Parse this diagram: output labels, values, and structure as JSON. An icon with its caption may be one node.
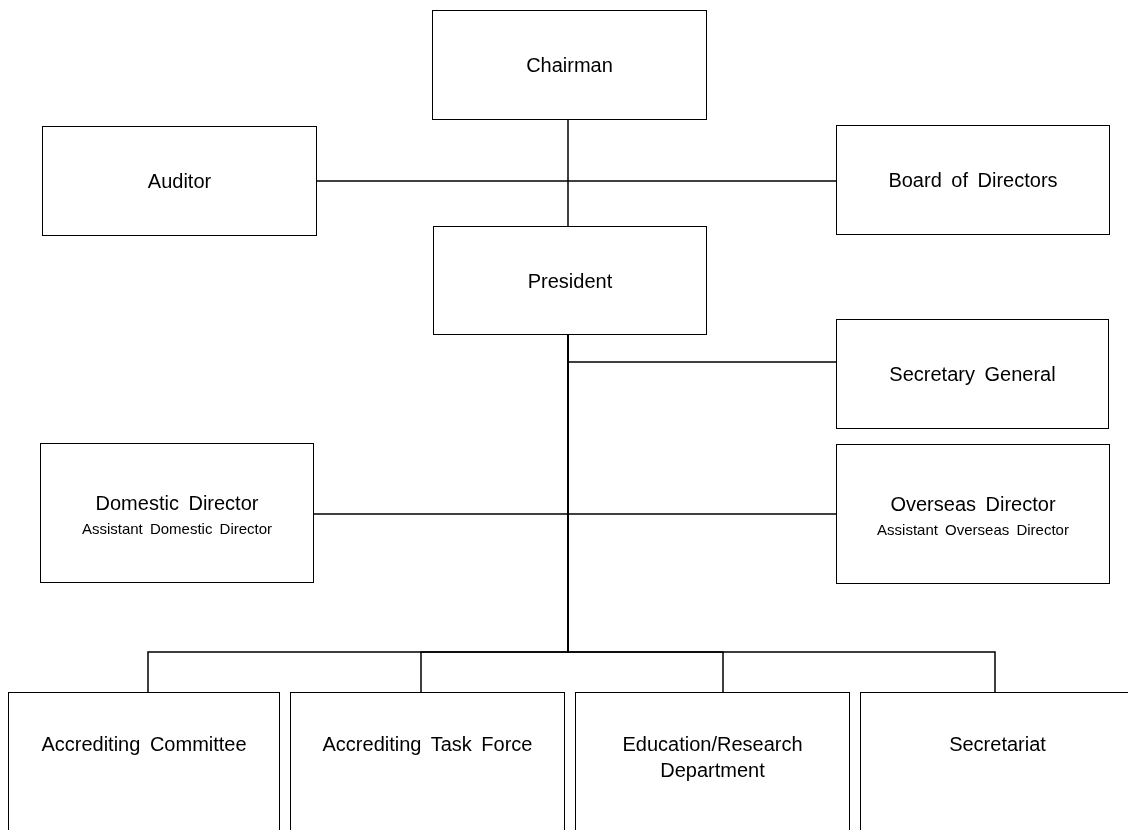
{
  "diagram": {
    "nodes": [
      {
        "text": [
          "Chairman"
        ]
      },
      {
        "text": [
          "Auditor"
        ]
      },
      {
        "text": [
          "Board of Directors"
        ]
      },
      {
        "text": [
          "President"
        ]
      },
      {
        "text": [
          "Secretary General"
        ]
      },
      {
        "text": [
          "Domestic Director",
          "Assistant Domestic Director"
        ]
      },
      {
        "text": [
          "Overseas Director",
          "Assistant Overseas Director"
        ]
      },
      {
        "text": [
          "Accrediting Committee"
        ]
      },
      {
        "text": [
          "Accrediting Task Force"
        ]
      },
      {
        "text": [
          "Education/Research Department"
        ]
      },
      {
        "text": [
          "Secretariat"
        ]
      }
    ],
    "edges": [
      {
        "from": 0,
        "to": 3,
        "arrow": "none"
      },
      {
        "from": 1,
        "to": 2,
        "arrow": "none"
      },
      {
        "from": 3,
        "to": 4,
        "arrow": "none"
      },
      {
        "from": 5,
        "to": 6,
        "arrow": "none"
      },
      {
        "from": 3,
        "to": 7,
        "arrow": "none"
      },
      {
        "from": 3,
        "to": 8,
        "arrow": "none"
      },
      {
        "from": 3,
        "to": 9,
        "arrow": "none"
      },
      {
        "from": 3,
        "to": 10,
        "arrow": "none"
      }
    ]
  }
}
